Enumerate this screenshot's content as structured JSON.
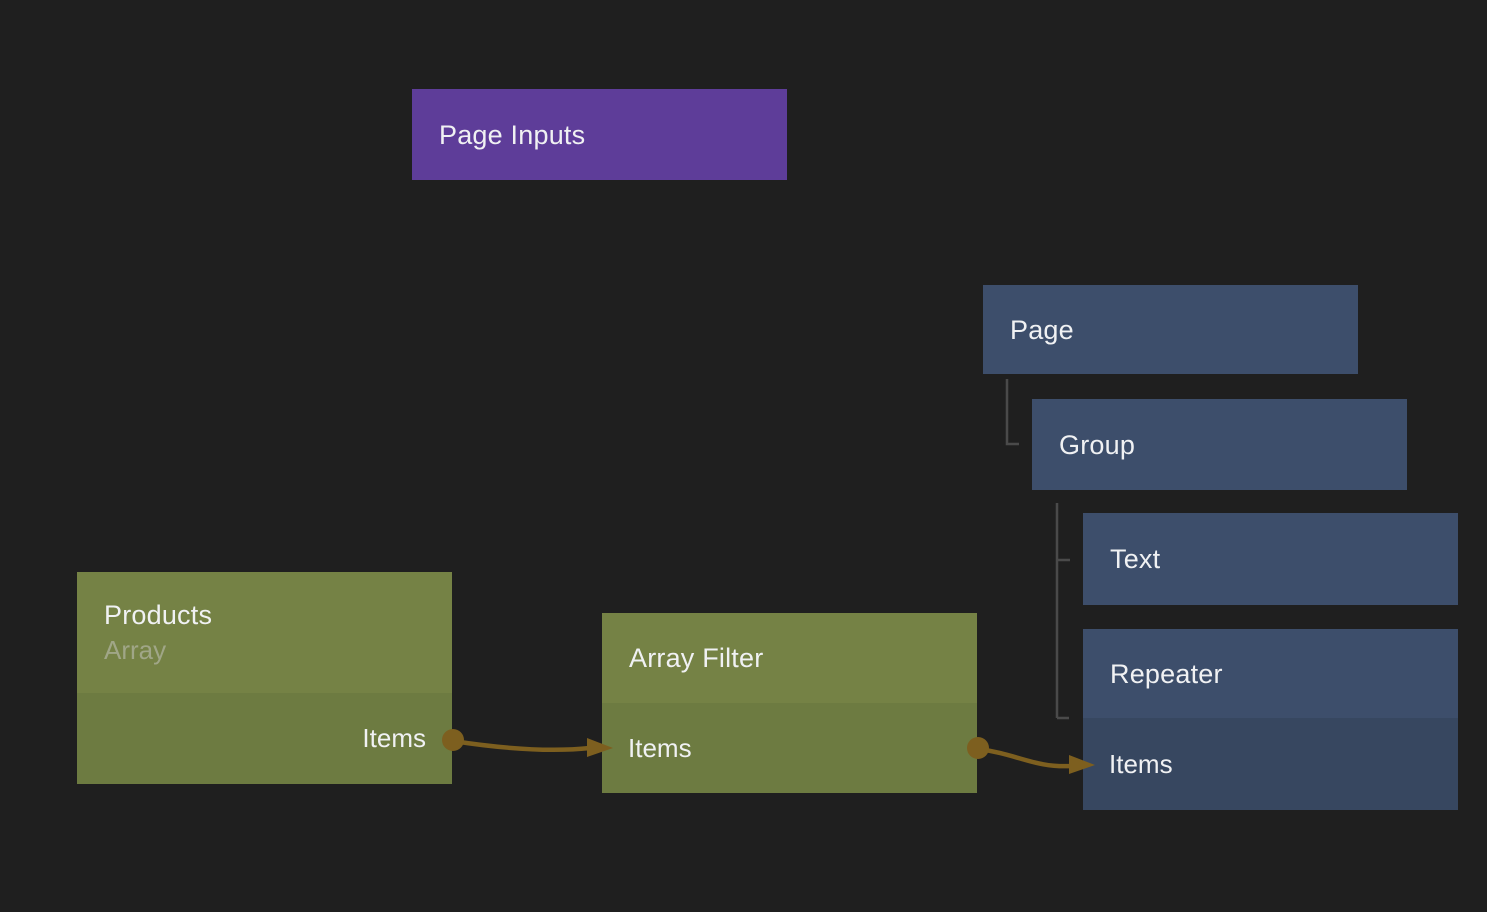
{
  "colors": {
    "background": "#1f1f1f",
    "purple_node": "#5e3d99",
    "blue_node_header": "#3d4e6b",
    "blue_node_row": "#374760",
    "olive_node_header": "#758245",
    "olive_node_row": "#6d7b41",
    "edge_gold": "#7d5f1f",
    "tree_line_gray": "#4a4a4a",
    "text_primary": "#f0f1f3",
    "text_muted": "#a0a687"
  },
  "nodes": {
    "page_inputs": {
      "title": "Page Inputs"
    },
    "page": {
      "title": "Page"
    },
    "group": {
      "title": "Group"
    },
    "text": {
      "title": "Text"
    },
    "repeater": {
      "title": "Repeater",
      "input_label": "Items"
    },
    "products": {
      "title": "Products",
      "subtitle": "Array",
      "output_label": "Items"
    },
    "array_filter": {
      "title": "Array Filter",
      "io_label": "Items"
    }
  },
  "hierarchy": [
    {
      "parent": "Page",
      "child": "Group"
    },
    {
      "parent": "Group",
      "child": "Text"
    },
    {
      "parent": "Group",
      "child": "Repeater"
    }
  ],
  "edges": [
    {
      "from": "Products.Items",
      "to": "Array Filter.Items"
    },
    {
      "from": "Array Filter.Items",
      "to": "Repeater.Items"
    }
  ]
}
